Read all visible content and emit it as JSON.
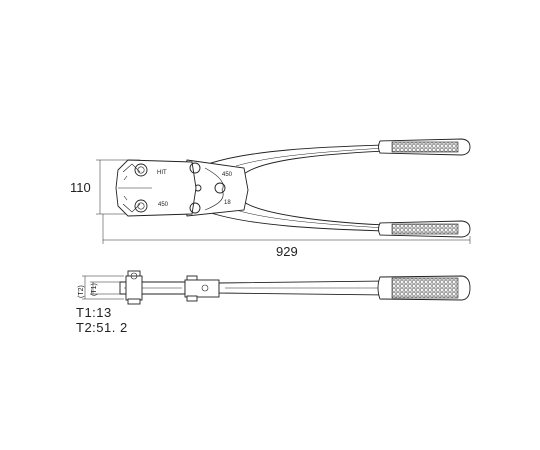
{
  "dimensions": {
    "height": "110",
    "length": "929",
    "t1_marker": "(T1)",
    "t2_marker": "(T2)"
  },
  "markings": {
    "brand": "HIT",
    "jaw_size": "450",
    "bolt_head_size": "450",
    "model_number": "18"
  },
  "specs": {
    "t1": "T1:13",
    "t2": "T2:51. 2"
  }
}
